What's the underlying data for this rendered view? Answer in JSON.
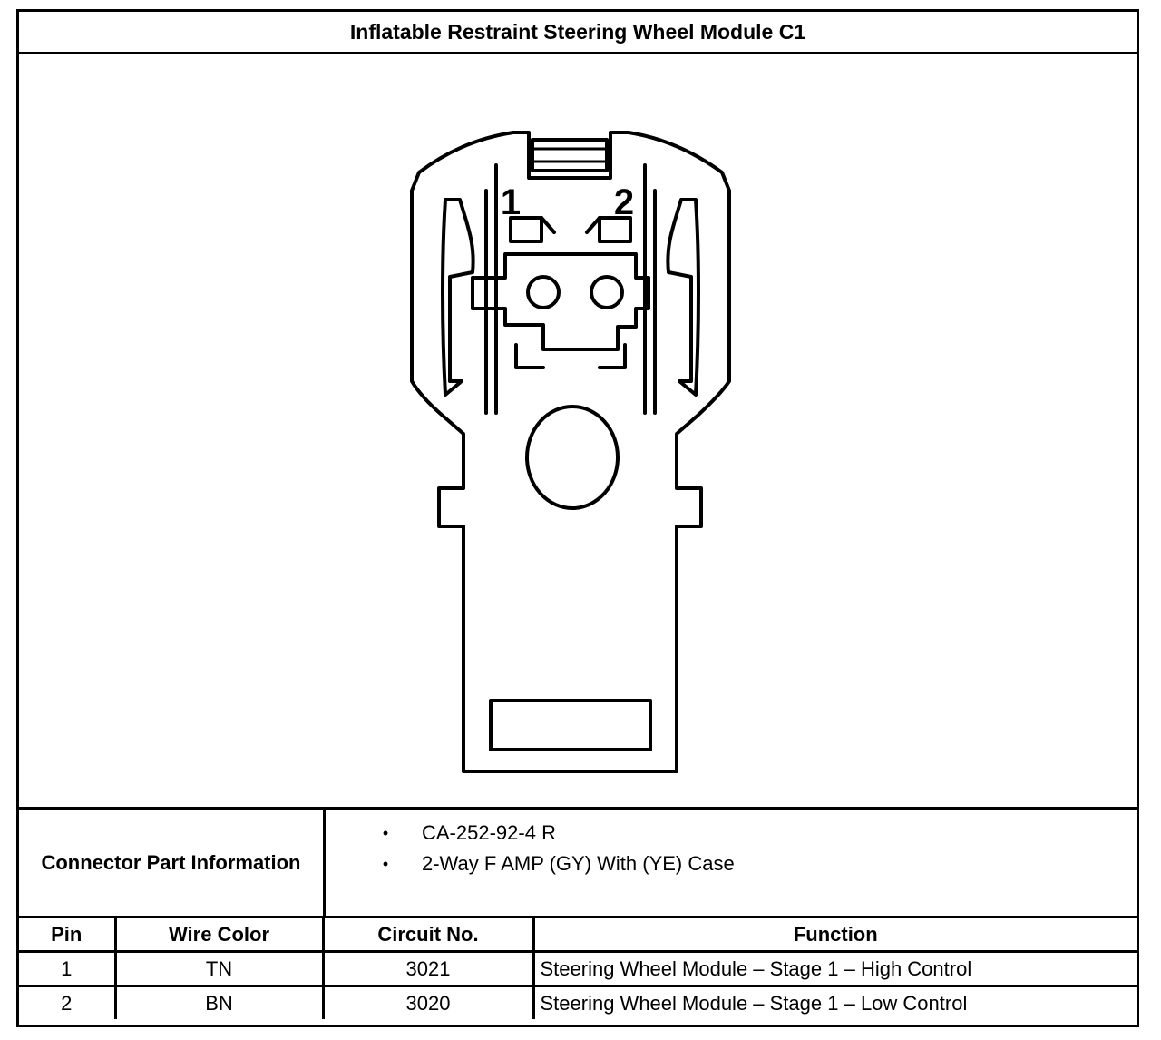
{
  "title": "Inflatable Restraint Steering Wheel Module C1",
  "connector_view": {
    "pin_labels": [
      "1",
      "2"
    ]
  },
  "connector_info": {
    "label": "Connector Part Information",
    "items": [
      "CA-252-92-4 R",
      "2-Way F AMP (GY) With (YE) Case"
    ],
    "bullet": "•"
  },
  "pin_table": {
    "headers": {
      "pin": "Pin",
      "wire_color": "Wire Color",
      "circuit": "Circuit No.",
      "function": "Function"
    },
    "rows": [
      {
        "pin": "1",
        "wire_color": "TN",
        "circuit": "3021",
        "function": "Steering Wheel Module – Stage 1 – High Control"
      },
      {
        "pin": "2",
        "wire_color": "BN",
        "circuit": "3020",
        "function": "Steering Wheel Module – Stage 1 – Low Control"
      }
    ]
  }
}
